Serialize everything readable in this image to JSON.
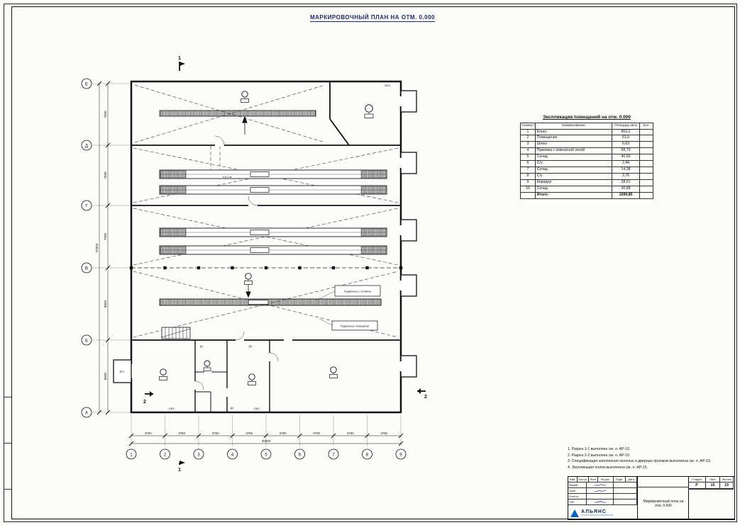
{
  "sheet": {
    "title": "МАРКИРОВОЧНЫЙ ПЛАН НА ОТМ. 0.000"
  },
  "plan": {
    "row_axes": [
      "Е",
      "Д",
      "Г",
      "В",
      "Б",
      "А"
    ],
    "col_axes": [
      "1",
      "2",
      "3",
      "4",
      "5",
      "6",
      "7",
      "8",
      "9"
    ],
    "dims_left": [
      "7000",
      "7000",
      "7000",
      "8000",
      "8000"
    ],
    "dim_left_total": "37000",
    "dims_bottom": [
      "3750",
      "3750",
      "3750",
      "3750",
      "3750",
      "3750",
      "3750",
      "3750"
    ],
    "dim_bottom_total": "30000",
    "labels": {
      "ok1": "ОК1",
      "ok2": "ОК2",
      "ok3": "ОК3",
      "vt1": "ВТ1",
      "d1": "Д1",
      "d2": "Д2",
      "d3": "Д3",
      "rack_note": "t=3,2 м",
      "callout1": "Подвальное 1-этажное",
      "callout2": "Подвальное помещение",
      "section1": "1",
      "section2": "2"
    }
  },
  "table": {
    "title": "Экспликация помещений на отм. 0.000",
    "headers": {
      "num": "Номер пом.",
      "name": "Наименование",
      "area": "Площадь кв.м",
      "qty": "Кол."
    },
    "rows": [
      {
        "num": "1",
        "name": "Класс",
        "area": "853,2",
        "qty": ""
      },
      {
        "num": "2",
        "name": "Помещение",
        "area": "61,6",
        "qty": ""
      },
      {
        "num": "3",
        "name": "Шлюз",
        "area": "6,63",
        "qty": ""
      },
      {
        "num": "4",
        "name": "Приемка с комнатной зоной",
        "area": "58,79",
        "qty": ""
      },
      {
        "num": "5",
        "name": "Склад",
        "area": "40,56",
        "qty": ""
      },
      {
        "num": "6",
        "name": "С/у",
        "area": "2,44",
        "qty": ""
      },
      {
        "num": "7",
        "name": "Склад",
        "area": "14,38",
        "qty": ""
      },
      {
        "num": "8",
        "name": "С/у",
        "area": "2,76",
        "qty": ""
      },
      {
        "num": "9",
        "name": "Коридор",
        "area": "28,61",
        "qty": ""
      },
      {
        "num": "10",
        "name": "Склад",
        "area": "30,88",
        "qty": ""
      }
    ],
    "total_label": "Итого:",
    "total": "1099,85"
  },
  "notes": {
    "n1": "1. Разрез 1-1 выполнен см. л. АР-10.",
    "n2": "2. Разрез 2-2 выполнен см. л. АР-10.",
    "n3": "3. Спецификация заполнения оконных и дверных проемов выполнена см. л. АР-19.",
    "n4": "4. Экспликация полов выполнена см. л. АР-15."
  },
  "titleblock": {
    "header_cells": [
      "Изм.",
      "Кол.уч",
      "Лист",
      "№ док.",
      "Подп.",
      "Дата"
    ],
    "roles": {
      "r1": "Разраб.",
      "r2": "Пров.",
      "r3": "Н.контр.",
      "r4": "ГИП"
    },
    "stage_label": "Стадия",
    "sheet_label": "Лист",
    "sheets_label": "Листов",
    "stage": "Р",
    "sheet": "15",
    "sheets": "19",
    "doc_title": "Маркировочный план на отм. 0.000",
    "company": "АЛЬЯНС",
    "company_sub": "СТРОИТЕЛЬНАЯ КОМПАНИЯ"
  }
}
